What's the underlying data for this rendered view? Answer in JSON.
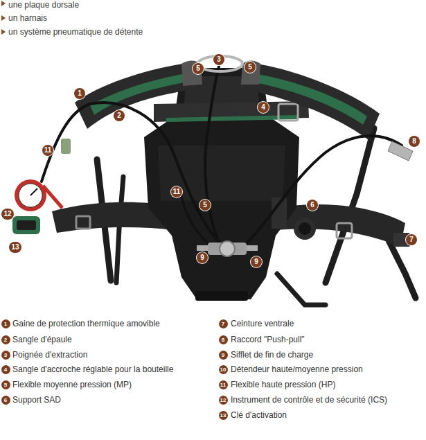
{
  "diagram": {
    "labels": [
      "une plaque dorsale",
      "un harnais",
      "un système pneumatique de détente",
      "3",
      "5",
      "5",
      "1",
      "4",
      "2",
      "8",
      "11",
      "11",
      "5",
      "6",
      "12",
      "7",
      "13",
      "9",
      "9",
      "1",
      "Gaine de protection thermique amovible",
      "2",
      "Sangle d'épaule",
      "3",
      "Poignée d'extraction",
      "4",
      "Sangle d'accroche réglable pour la bouteille",
      "5",
      "Flexible moyenne pression (MP)",
      "6",
      "Support SAD",
      "7",
      "Ceinture ventrale",
      "8",
      "Raccord \"Push-pull\"",
      "9",
      "Sifflet de fin de charge",
      "10",
      "Détendeur haute/moyenne pression",
      "11",
      "Flexible haute pression (HP)",
      "12",
      "Instrument de contrôle et de sécurité (ICS)",
      "13",
      "Clé d'activation"
    ]
  }
}
